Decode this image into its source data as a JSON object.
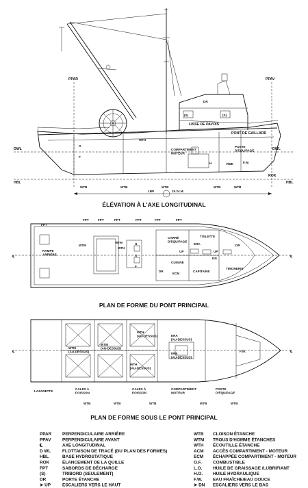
{
  "elevation": {
    "title": "ÉLÉVATION À L'AXE LONGITUDINAL",
    "labels": {
      "ppar": "PPAR",
      "ppav": "PPAV",
      "dwl_left": "DWL",
      "dwl_right": "DWL",
      "hbl_left": "HBL",
      "hbl_right": "HBL",
      "rok": "ROK",
      "lisse": "LISSE DE PAVOIS",
      "pont_gaillard": "PONT DE GAILLARD",
      "poste": "POSTE\nD'ÉQUIPAGE",
      "compartiment": "COMPARTIMENT\nMOTEUR",
      "vide": "VIDE",
      "fw": "F.W.",
      "wth": "WTH",
      "dr": "DR",
      "s1": "(S)",
      "s2": "(S)",
      "o": "O",
      "f": "F",
      "h": "H",
      "lbp": "LBP",
      "lbp_value": "15.24 M.",
      "wtb": [
        "WTB",
        "WTB",
        "WTB",
        "WTB",
        "WTB"
      ]
    }
  },
  "main_deck": {
    "title": "PLAN DE FORME DU PONT PRINCIPAL",
    "labels": {
      "fpt": [
        "FPT",
        "FPT",
        "FPT",
        "FPT",
        "FPT",
        "FPT",
        "FPT"
      ],
      "rampe": "RAMPE\nARRIÈRE",
      "wtm1": "WTM",
      "wtm2": "WTM",
      "wth": "WTH",
      "carre": "CARRÉ\nD'ÉQUIPAGE",
      "toilette": "TOILETTE",
      "era": "ERA",
      "up1": "UP",
      "up2": "UP",
      "dn": "DN",
      "cuisine": "CUISINE",
      "ecm": "ECM",
      "capitaine": "CAPITAINE",
      "timonerie": "TIMONERIE",
      "dr1": "DR",
      "dr2": "DR",
      "h": "H",
      "o": "O",
      "f": "F"
    }
  },
  "below_deck": {
    "title": "PLAN DE FORME SOUS LE PONT PRINCIPAL",
    "labels": {
      "wth1": "WTH\n(AU-DESSUS)",
      "wtm1": "WTM\n(AU-DESSUS)",
      "wtm2": "WTM\n(AU-DESSUS)",
      "wth2": "WTH\n(AU-DESSUS)",
      "era": "ERA\n(AU-DESSUS)",
      "ere": "ERE\n(AU-DESSUS)",
      "fw": "F.W.",
      "lazarette": "LAZARETTE",
      "cales1": "CALES À\nPOISSON",
      "cales2": "CALES À\nPOISSON",
      "compartiment": "COMPARTIMENT\nMOTEUR",
      "poste": "POSTE\nD'ÉQUIPAGE",
      "wtb": [
        "WTB",
        "WTB",
        "WTB",
        "WTB",
        "WTB"
      ]
    }
  },
  "legend": {
    "left": [
      {
        "abbr": "PPAR",
        "desc": "PERPENDICULAIRE ARRIÈRE"
      },
      {
        "abbr": "PPAV",
        "desc": "PERPENDICULAIRE AVANT"
      },
      {
        "abbr": "℄",
        "desc": "AXE LONGITUDINAL"
      },
      {
        "abbr": "D WL",
        "desc": "FLOTTAISON DE TRACÉ (DU PLAN DES FORMES)"
      },
      {
        "abbr": "HBL",
        "desc": "BASE HYDROSTATIQUE"
      },
      {
        "abbr": "ROK",
        "desc": "ÉLANCEMENT DE LA QUILLE"
      },
      {
        "abbr": "FPT",
        "desc": "SABORDS DE DÉCHARGE"
      },
      {
        "abbr": "(S)",
        "desc": "TRIBORD (SEULEMENT)"
      },
      {
        "abbr": "DR",
        "desc": "PORTE ÉTANCHE"
      },
      {
        "abbr": "➤ UP",
        "desc": "ESCALIERS VERS LE HAUT"
      }
    ],
    "right": [
      {
        "abbr": "WTB",
        "desc": "CLOISON ÉTANCHE"
      },
      {
        "abbr": "WTM",
        "desc": "TROUS D'HOMME ÉTANCHES"
      },
      {
        "abbr": "WTH",
        "desc": "ÉCOUTILLE ÉTANCHE"
      },
      {
        "abbr": "ACM",
        "desc": "ACCÈS COMPARTIMENT - MOTEUR"
      },
      {
        "abbr": "ECM",
        "desc": "ÉCHAPPÉE COMPARTIMENT - MOTEUR"
      },
      {
        "abbr": "O.F.",
        "desc": "COMBUSTIBLE"
      },
      {
        "abbr": "L.O.",
        "desc": "HUILE DE GRAISSAGE /LUBRIFIANT"
      },
      {
        "abbr": "H.O.",
        "desc": "HUILE HYDRAULIQUE"
      },
      {
        "abbr": "F.W.",
        "desc": "EAU FRAÎCHE/EAU DOUCE"
      },
      {
        "abbr": "➤ DN",
        "desc": "ESCALIERS VERS LE BAS"
      }
    ]
  }
}
